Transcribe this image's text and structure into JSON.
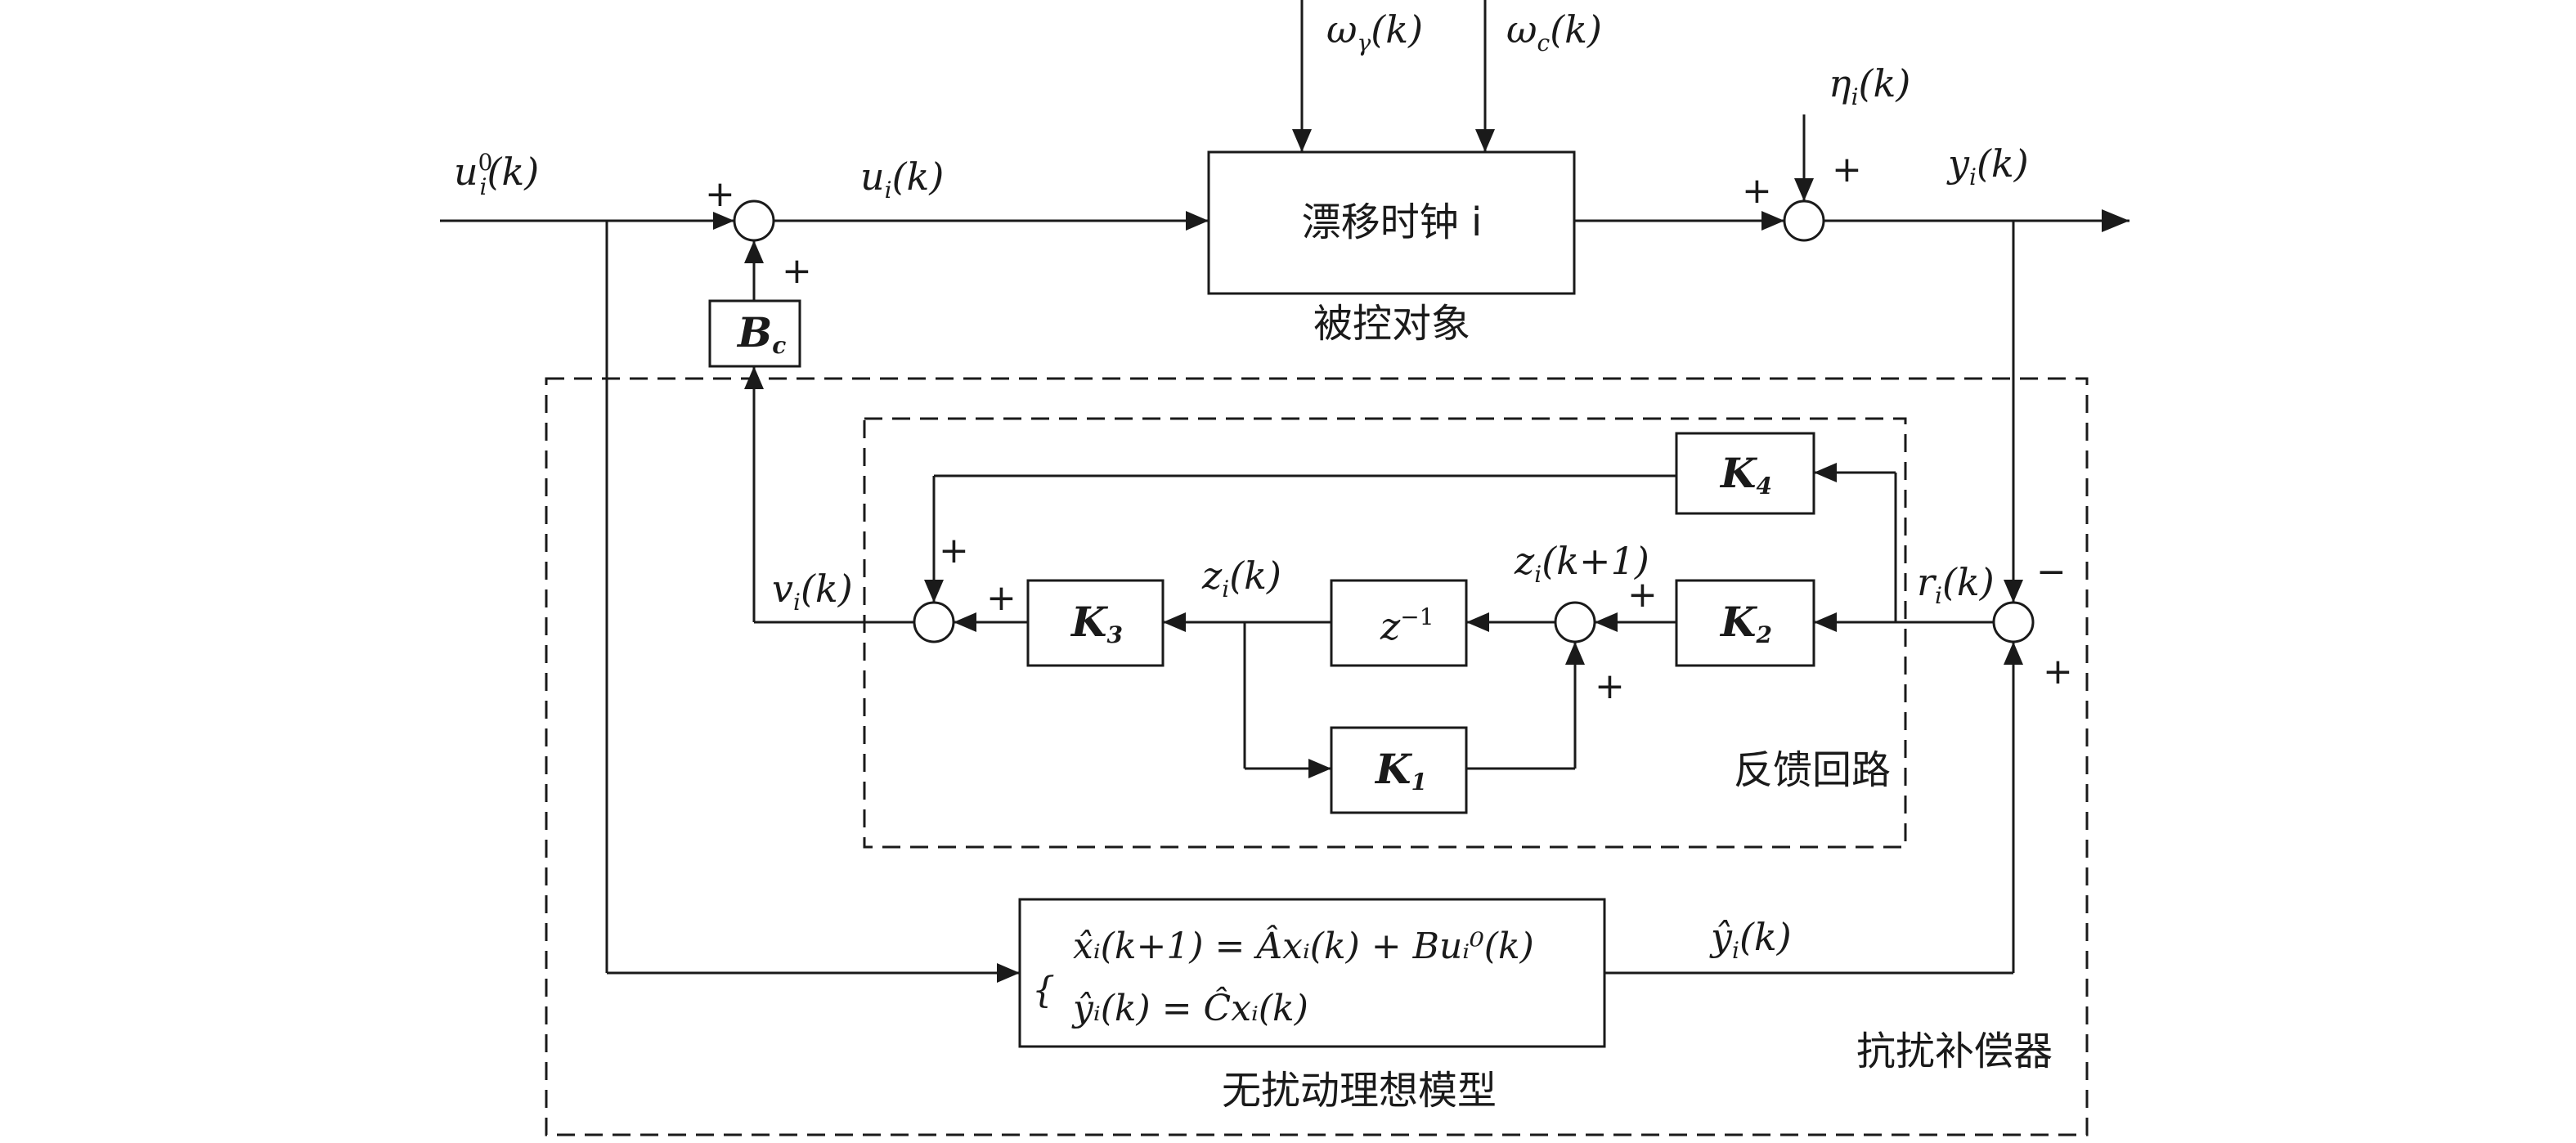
{
  "signals": {
    "u0": "u",
    "u0_sup": "0",
    "u0_sub": "i",
    "u0_arg": "(k)",
    "u": "u",
    "u_sub": "i",
    "u_arg": "(k)",
    "w_gamma": "ω",
    "w_gamma_sub": "γ",
    "w_gamma_arg": "(k)",
    "w_c": "ω",
    "w_c_sub": "c",
    "w_c_arg": "(k)",
    "eta": "η",
    "eta_sub": "i",
    "eta_arg": "(k)",
    "y": "y",
    "y_sub": "i",
    "y_arg": "(k)",
    "v": "v",
    "v_sub": "i",
    "v_arg": "(k)",
    "z": "z",
    "z_sub": "i",
    "z_arg": "(k)",
    "z_next": "z",
    "z_next_sub": "i",
    "z_next_arg": "(k+1)",
    "r": "r",
    "r_sub": "i",
    "r_arg": "(k)",
    "yhat": "ŷ",
    "yhat_sub": "i",
    "yhat_arg": "(k)"
  },
  "blocks": {
    "plant": "漂移时钟 i",
    "plant_caption": "被控对象",
    "bc": "B",
    "bc_sub": "c",
    "k1": "K",
    "k1_sub": "1",
    "k2": "K",
    "k2_sub": "2",
    "k3": "K",
    "k3_sub": "3",
    "k4": "K",
    "k4_sub": "4",
    "delay": "z",
    "delay_sup": "−1"
  },
  "regions": {
    "feedback_loop": "反馈回路",
    "compensator": "抗扰补偿器",
    "model_caption": "无扰动理想模型"
  },
  "model": {
    "eq1": "x̂ᵢ(k+1) = Âxᵢ(k) + Buᵢ⁰(k)",
    "eq2": "ŷᵢ(k) = Ĉxᵢ(k)"
  },
  "signs": {
    "plus": "+",
    "minus": "−"
  }
}
